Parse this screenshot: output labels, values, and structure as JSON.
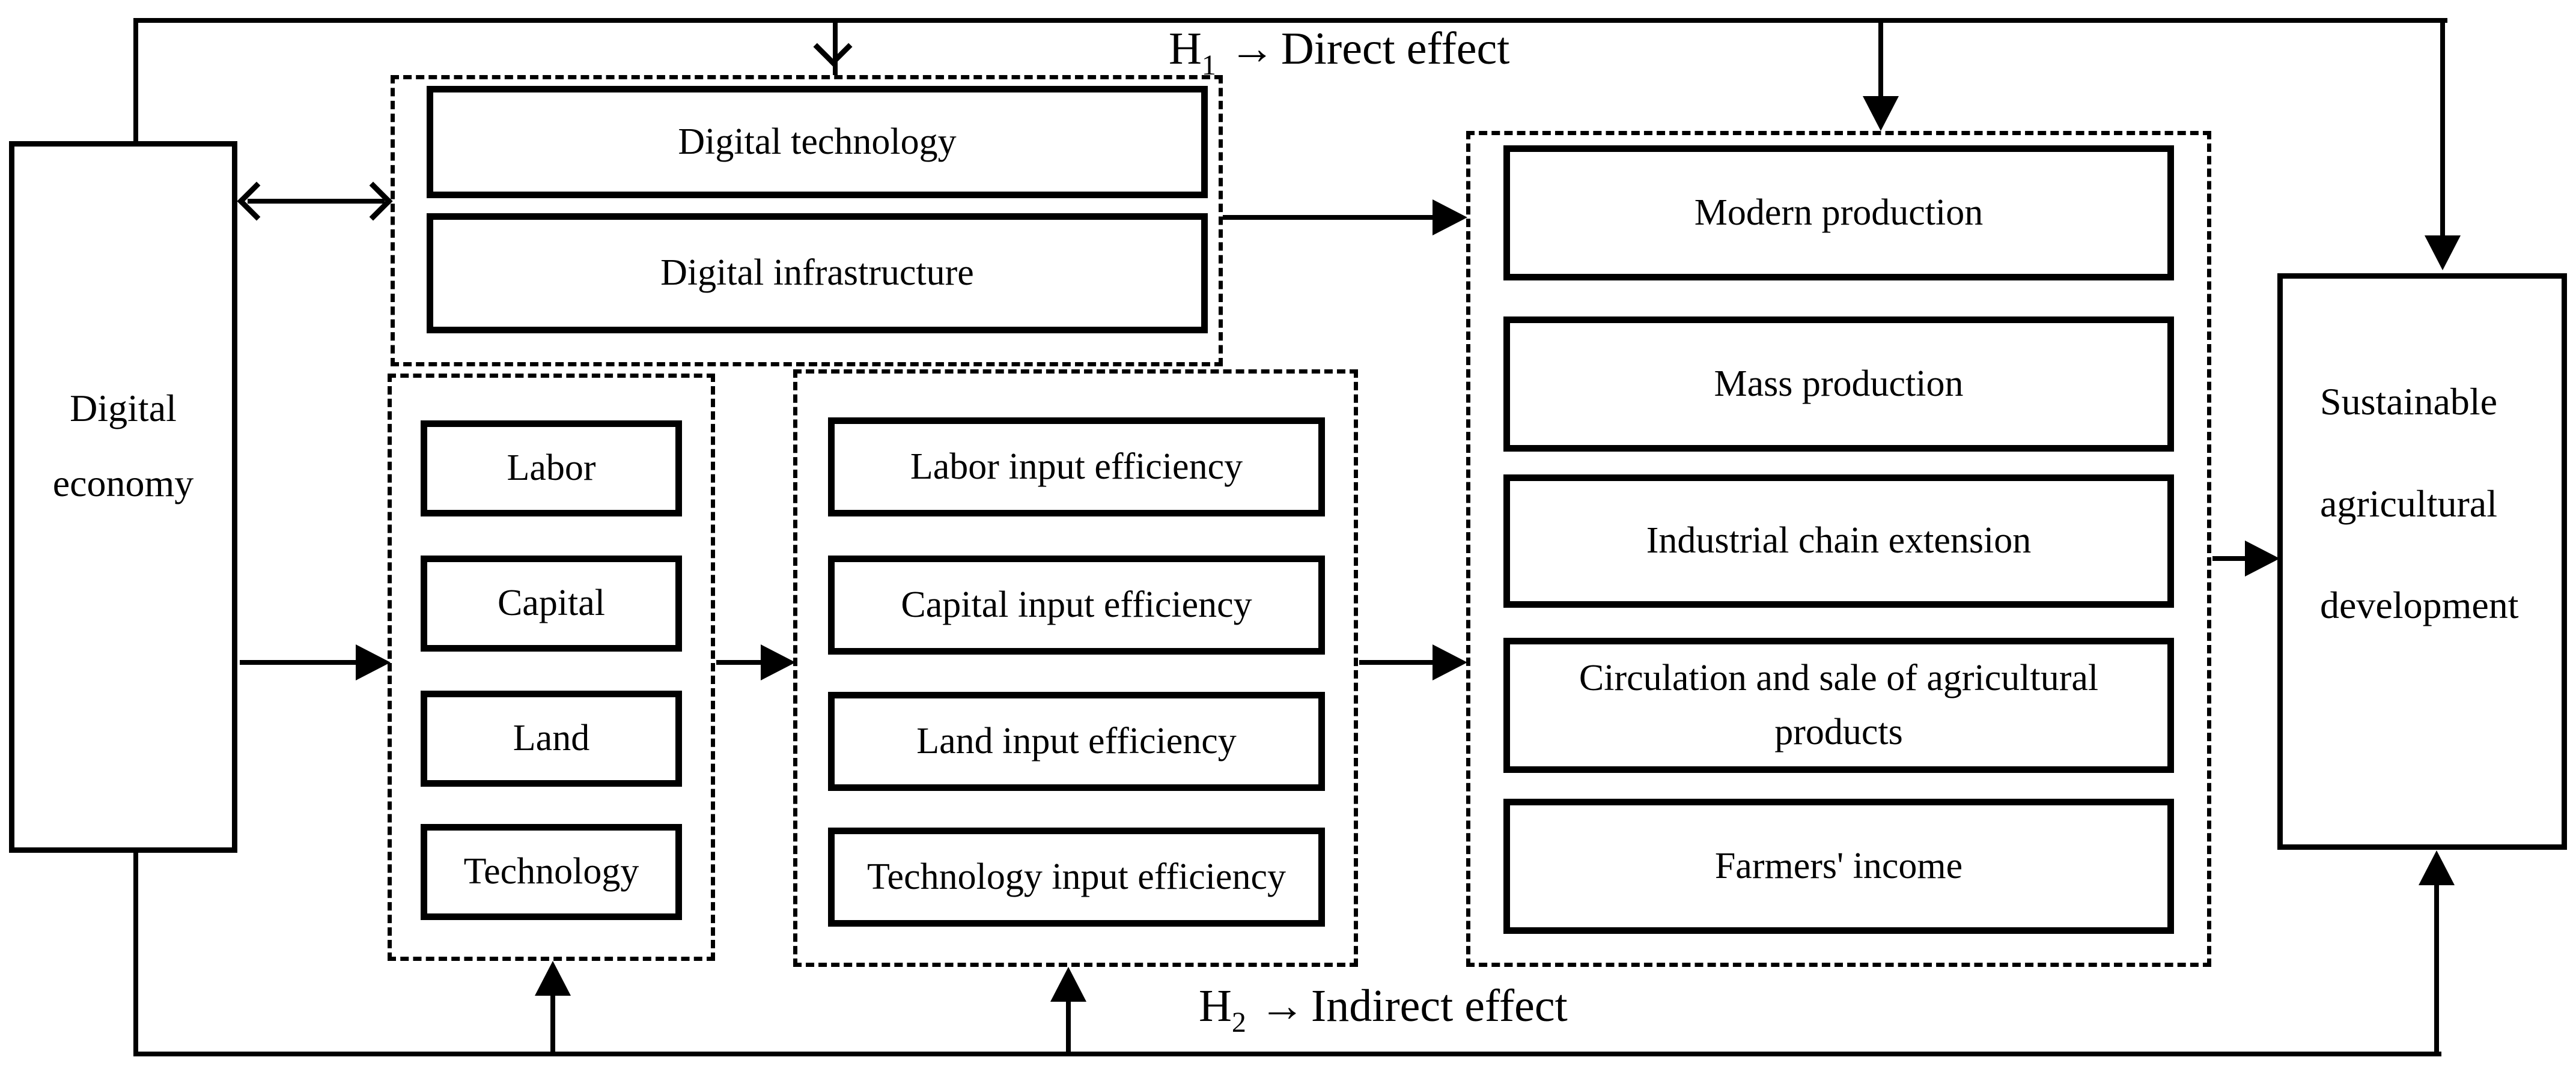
{
  "nodes": {
    "digital_economy": "Digital economy",
    "sustainable": "Sustainable agricultural development",
    "digital_group": [
      "Digital technology",
      "Digital infrastructure"
    ],
    "factors": [
      "Labor",
      "Capital",
      "Land",
      "Technology"
    ],
    "efficiency": [
      "Labor input efficiency",
      "Capital input efficiency",
      "Land input efficiency",
      "Technology input efficiency"
    ],
    "outcomes": [
      "Modern production",
      "Mass production",
      "Industrial chain extension",
      "Circulation and sale of agricultural products",
      "Farmers' income"
    ]
  },
  "hypotheses": {
    "top": {
      "symbol": "H",
      "subscript": "1",
      "arrow": "→",
      "label": "Direct effect"
    },
    "bottom": {
      "symbol": "H",
      "subscript": "2",
      "arrow": "→",
      "label": "Indirect effect"
    }
  },
  "colors": {
    "line": "#000000",
    "background": "#ffffff",
    "text": "#000000"
  }
}
